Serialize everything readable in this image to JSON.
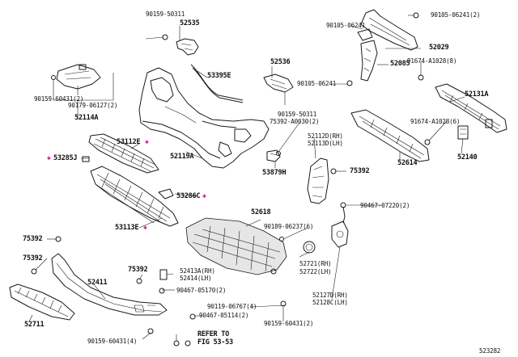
{
  "diagram": {
    "figure_code": "523282",
    "reference_note": {
      "line1": "REFER TO",
      "line2": "FIG 53-53"
    },
    "accent_color": "#d21a8c",
    "labels": {
      "p90159_50311_top": "90159-50311",
      "p52535": "52535",
      "p53395E": "53395E",
      "p90105_06241_a": "90105-06241",
      "p90105_06241_2": "90105-06241(2)",
      "p52029": "52029",
      "p52085": "52085",
      "p52536": "52536",
      "p91674_a1028_8": "91674-A1028(8)",
      "p90105_06241_b": "90105-06241",
      "p90159_60431_2_top": "90159-60431(2)",
      "p90179_06127_2": "90179-06127(2)",
      "p52114A": "52114A",
      "p52131A": "52131A",
      "p90159_50311_mid": "90159-50311",
      "p75392_a0030_2": "75392-A0030(2)",
      "p91674_a1028_6": "91674-A1028(6)",
      "p52119A": "52119A",
      "p53112E": "53112E",
      "p52112D": "52112D(RH)",
      "p52113D": "52113D(LH)",
      "p52614": "52614",
      "p52140": "52140",
      "p53285J": "53285J",
      "p53879H": "53879H",
      "p75392_right": "75392",
      "p53286C": "53286C",
      "p90467_07220_2": "90467-07220(2)",
      "p52618": "52618",
      "p90189_06237_6": "90189-06237(6)",
      "p53113E": "53113E",
      "p75392_left": "75392",
      "p52721": "52721(RH)",
      "p52722": "52722(LH)",
      "p75392_lower_left": "75392",
      "p75392_center": "75392",
      "p52413A": "52413A(RH)",
      "p52414": "52414(LH)",
      "p52411": "52411",
      "p90467_05170_2": "90467-05170(2)",
      "p52127D": "52127D(RH)",
      "p52128C": "52128C(LH)",
      "p90119_06767_4": "90119-06767(4)",
      "p90467_05114_2": "90467-05114(2)",
      "p52711": "52711",
      "p90159_60431_2_mid": "90159-60431(2)",
      "p90159_60431_4": "90159-60431(4)"
    }
  }
}
